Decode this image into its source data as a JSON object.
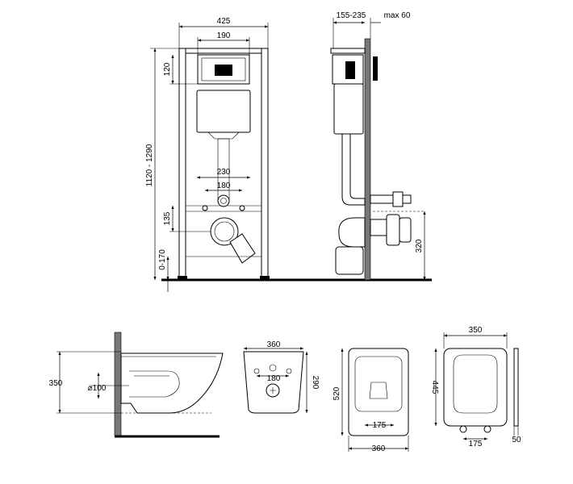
{
  "front_view": {
    "width_total": "425",
    "width_plate": "190",
    "height_total": "1120 - 1290",
    "height_plate": "120",
    "stud_spacing_outer": "230",
    "stud_spacing_inner": "180",
    "outlet_height": "135",
    "leg_adjust": "0-170"
  },
  "side_view": {
    "depth_range": "155-235",
    "depth_max": "max 60",
    "outlet_height": "320"
  },
  "bowl_side": {
    "height": "350",
    "pipe_diameter": "⌀100"
  },
  "bowl_underside": {
    "width": "360",
    "hole_spacing": "180",
    "depth": "290"
  },
  "bowl_top": {
    "length": "520",
    "width": "360",
    "inner_width": "175"
  },
  "seat_top": {
    "width": "350",
    "length": "445",
    "hinge_spacing": "175",
    "thickness": "50"
  }
}
